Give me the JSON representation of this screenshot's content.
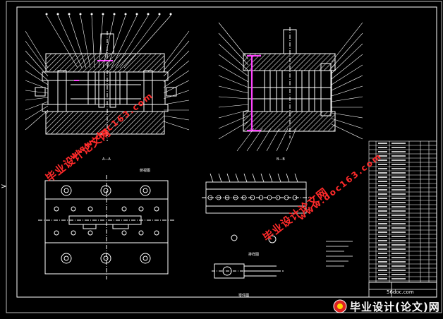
{
  "drawing": {
    "side_mark": ">"
  },
  "views": {
    "view_a_label": "A—A",
    "view_b_label": "B—B",
    "top_view_label": "俯视图",
    "strip_label": "排样图",
    "part_label": "零件图"
  },
  "watermarks": {
    "cn_1": "毕业设计论文网",
    "url_1": "www.doc163.com",
    "cn_2": "毕业设计论文网",
    "url_2": "www.doc163.com"
  },
  "footer": {
    "site": "56doc.com",
    "brand": "毕业设计(论文)网"
  },
  "colors": {
    "line": "#ffffff",
    "hatch": "#d8d8d8",
    "magenta": "#ff44ff",
    "watermark": "#ff2a2a",
    "frame": "#bdbdbd"
  }
}
